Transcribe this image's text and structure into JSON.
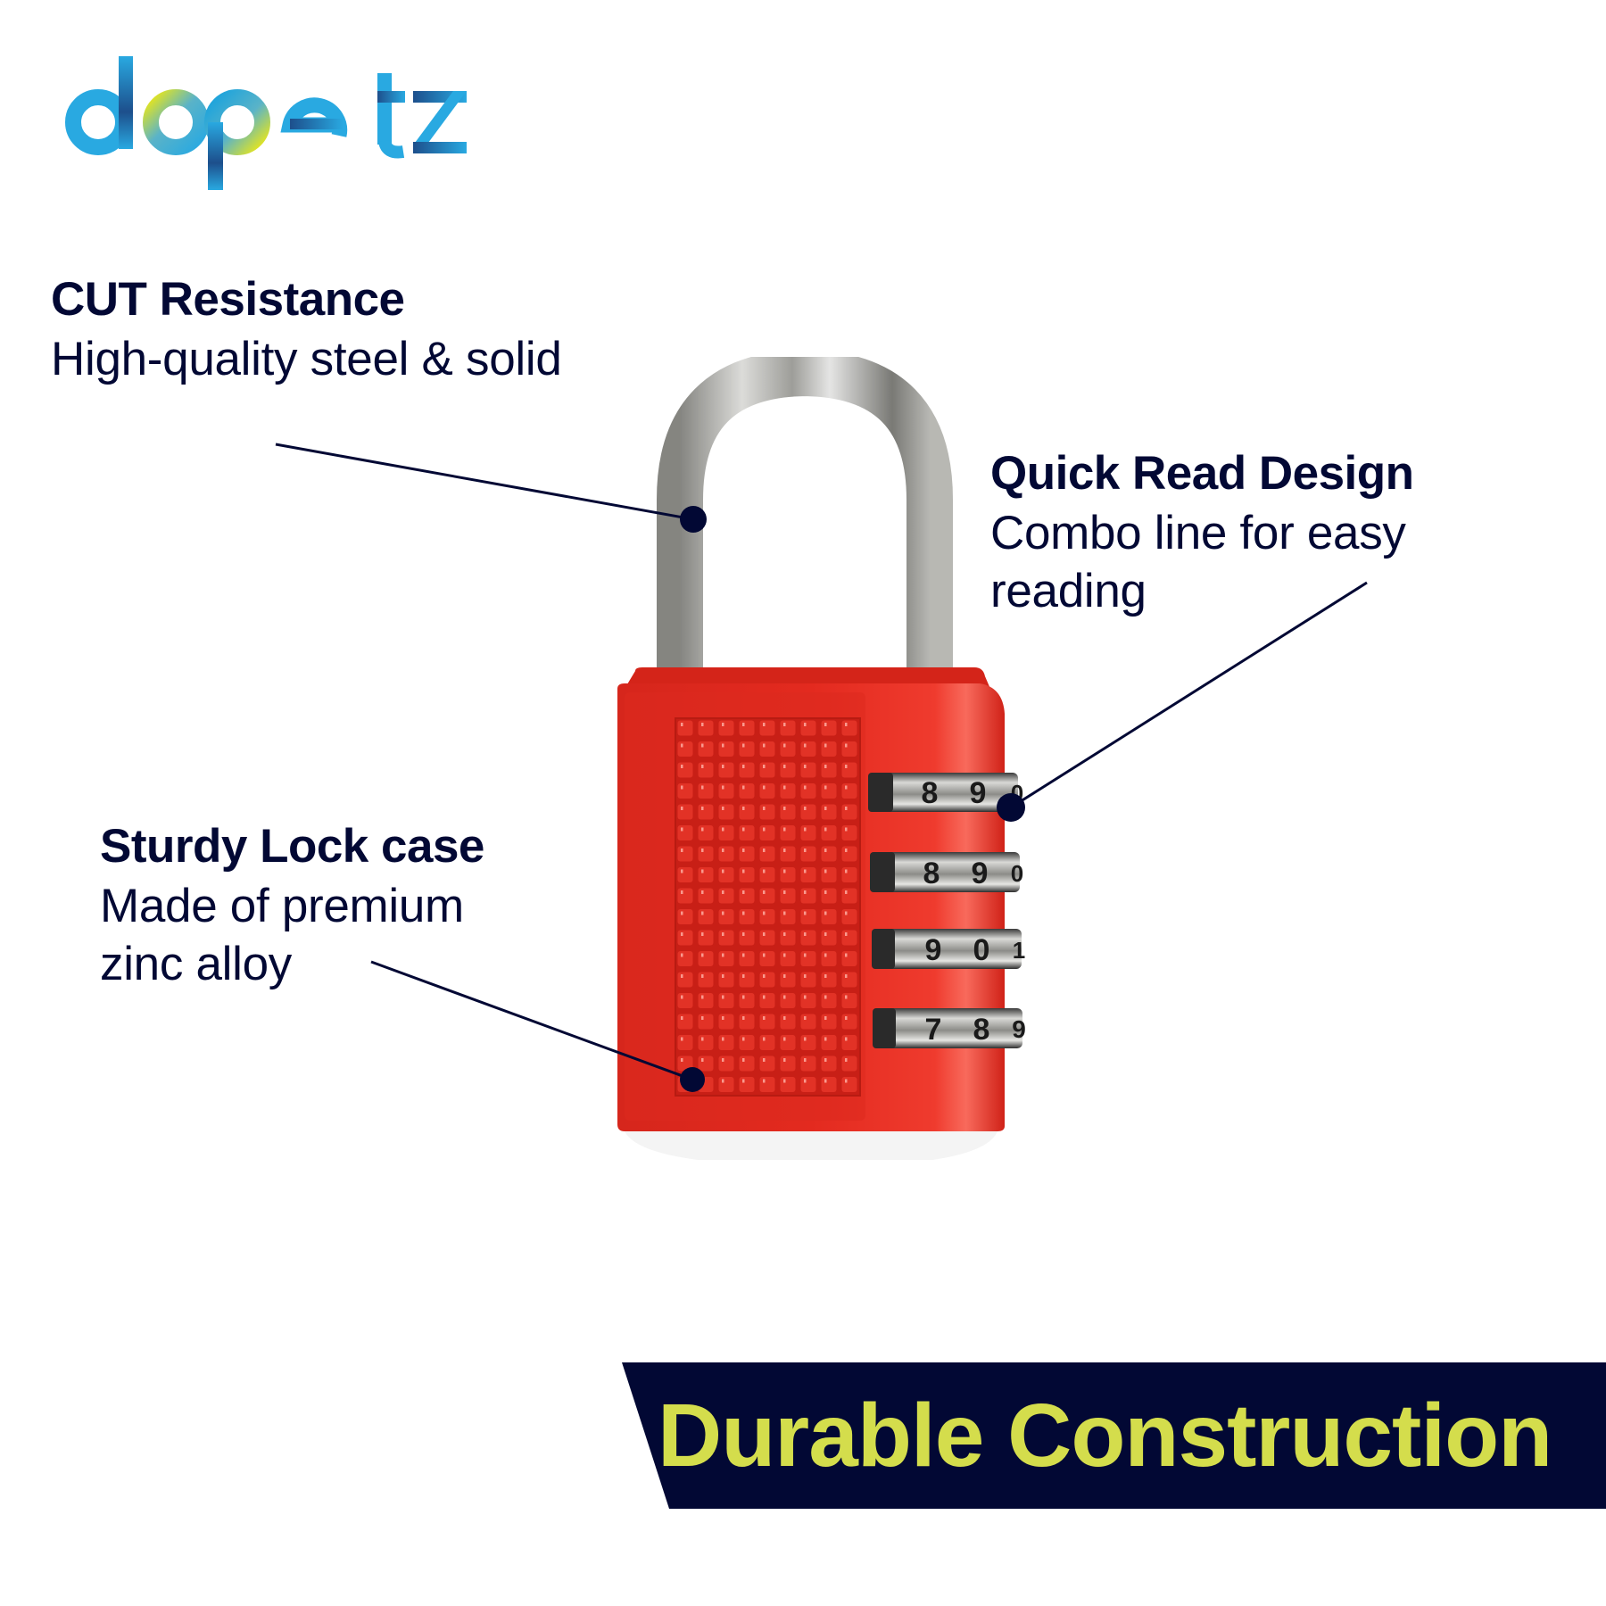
{
  "brand": {
    "name": "dopetz",
    "logo_colors": {
      "primary": "#29a9e1",
      "dark": "#1d4f8c",
      "accent": "#e8e61a"
    }
  },
  "features": [
    {
      "title": "CUT Resistance",
      "lines": [
        "High-quality steel & solid"
      ],
      "points_to": "shackle"
    },
    {
      "title": "Quick Read Design",
      "lines": [
        "Combo line for easy",
        "reading"
      ],
      "points_to": "dials"
    },
    {
      "title": "Sturdy Lock case",
      "lines": [
        "Made of premium",
        "zinc alloy"
      ],
      "points_to": "case"
    }
  ],
  "product": {
    "type": "combination padlock",
    "body_color": "#e0281e",
    "dials": [
      [
        "8",
        "9",
        "0"
      ],
      [
        "8",
        "9",
        "0"
      ],
      [
        "9",
        "0",
        "1"
      ],
      [
        "7",
        "8",
        "9"
      ]
    ]
  },
  "banner": {
    "label": "Durable Construction",
    "background": "#020834",
    "text_color": "#d4dd4c"
  },
  "colors": {
    "text": "#020834",
    "marker": "#020834"
  }
}
